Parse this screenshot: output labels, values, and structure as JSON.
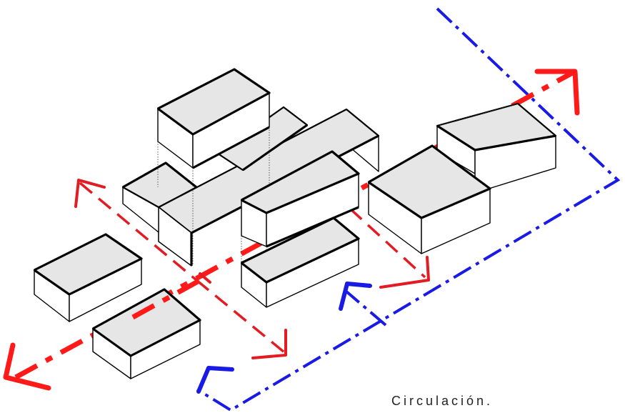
{
  "caption": "Circulación.",
  "colors": {
    "primary_circulation": "#ff1a1a",
    "secondary_circulation": "#e31b23",
    "perimeter_circulation": "#1a1ae6",
    "block_top": "#e6e6e6",
    "block_side": "#ffffff",
    "outline": "#000000"
  },
  "legend": {
    "red_arrows": "primary-circulation-arrow",
    "blue_arrows": "perimeter-circulation-arrow"
  }
}
